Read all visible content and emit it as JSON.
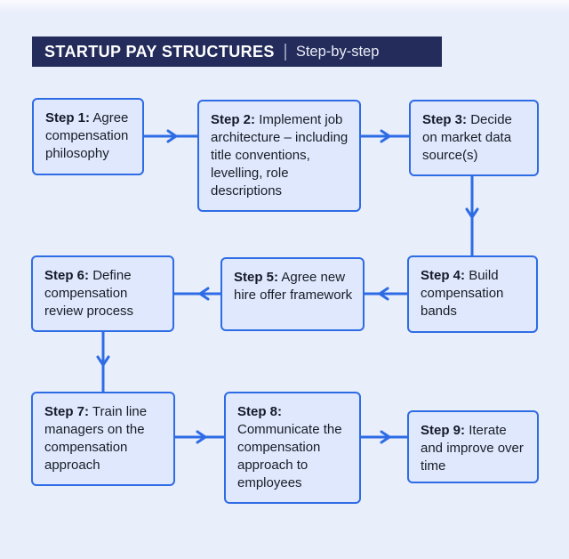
{
  "header": {
    "title": "STARTUP PAY STRUCTURES",
    "subtitle": "Step-by-step"
  },
  "steps": [
    {
      "label": "Step 1:",
      "text": "Agree compensation philosophy"
    },
    {
      "label": "Step 2:",
      "text": "Implement job architecture – including title conventions, levelling, role descriptions"
    },
    {
      "label": "Step 3:",
      "text": "Decide on market data source(s)"
    },
    {
      "label": "Step 4:",
      "text": "Build compensation bands"
    },
    {
      "label": "Step 5:",
      "text": "Agree new hire offer framework"
    },
    {
      "label": "Step 6:",
      "text": "Define compensation review process"
    },
    {
      "label": "Step 7:",
      "text": "Train line managers on the compensation approach"
    },
    {
      "label": "Step 8:",
      "text": "Communicate the compensation approach to employees"
    },
    {
      "label": "Step 9:",
      "text": "Iterate and improve over time"
    }
  ],
  "flow_order": [
    "1→2",
    "2→3",
    "3→4",
    "4→5",
    "5→6",
    "6→7",
    "7→8",
    "8→9"
  ],
  "colors": {
    "accent_blue": "#2e6ce5",
    "box_fill": "#dfe8fc",
    "header_bg": "#232c5b",
    "page_bg": "#e9eefb",
    "text": "#191d27",
    "header_text": "#ffffff"
  }
}
